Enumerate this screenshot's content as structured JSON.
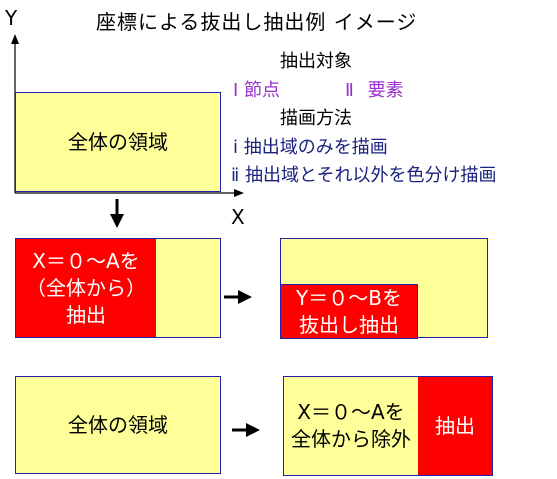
{
  "title": "座標による抜出し抽出例 イメージ",
  "axes": {
    "y_label": "Y",
    "x_label": "X"
  },
  "legend": {
    "target_heading": "抽出対象",
    "target_items": [
      {
        "numeral": "Ⅰ",
        "text": "節点"
      },
      {
        "numeral": "Ⅱ",
        "text": "要素"
      }
    ],
    "method_heading": "描画方法",
    "method_items": [
      {
        "numeral": "ⅰ",
        "text": "抽出域のみを描画"
      },
      {
        "numeral": "ⅱ",
        "text": "抽出域とそれ以外を色分け描画"
      }
    ]
  },
  "boxes": {
    "whole_region_top": "全体の領域",
    "extract_x_label": "X＝０～Aを\n（全体から）\n抽出",
    "extract_y_label": "Y＝０～Bを\n抜出し抽出",
    "whole_region_bottom": "全体の領域",
    "exclude_label": "X＝０～Aを\n全体から除外",
    "extracted_label": "抽出"
  },
  "colors": {
    "region_fill": "#ffff99",
    "extract_fill": "#ff0000",
    "border": "#2222aa",
    "target_text": "#9933cc",
    "method_text": "#1a237e"
  }
}
